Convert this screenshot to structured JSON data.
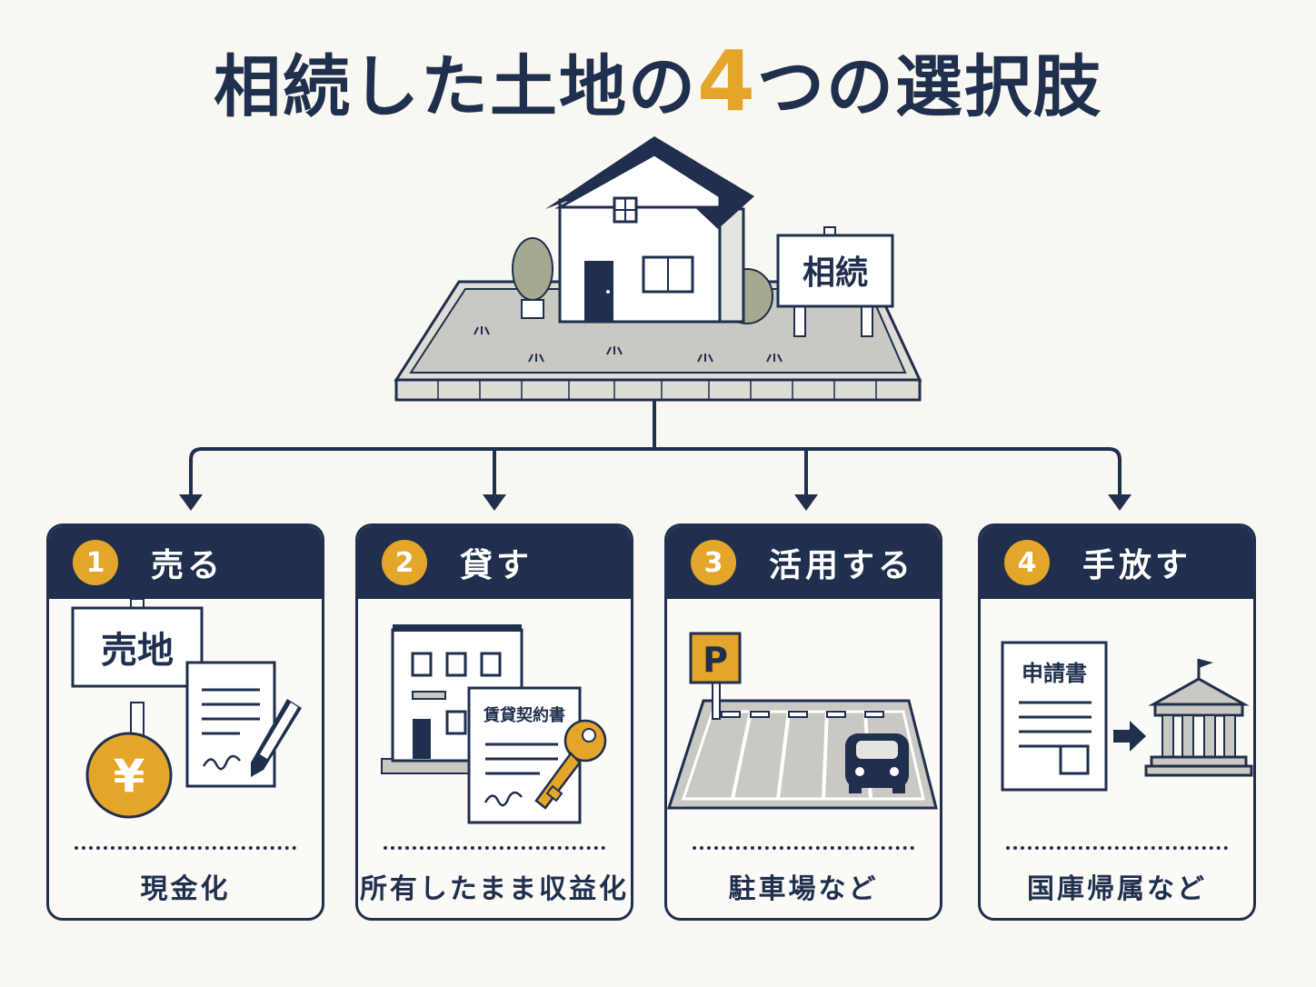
{
  "title": {
    "prefix": "相続した土地の",
    "number": "4",
    "suffix": "つの選択肢"
  },
  "hero": {
    "sign": "相続"
  },
  "colors": {
    "navy": "#1f2f4d",
    "gold": "#e4a52b",
    "background": "#f9f7f1",
    "ground": "#c9c8c2"
  },
  "options": [
    {
      "number": "1",
      "title": "売る",
      "caption": "現金化",
      "art_labels": {
        "sign": "売地",
        "coin": "¥"
      }
    },
    {
      "number": "2",
      "title": "貸す",
      "caption": "所有したまま収益化",
      "art_labels": {
        "doc": "賃貸契約書"
      }
    },
    {
      "number": "3",
      "title": "活用する",
      "caption": "駐車場など",
      "art_labels": {
        "parking": "P"
      }
    },
    {
      "number": "4",
      "title": "手放す",
      "caption": "国庫帰属など",
      "art_labels": {
        "doc": "申請書"
      }
    }
  ]
}
